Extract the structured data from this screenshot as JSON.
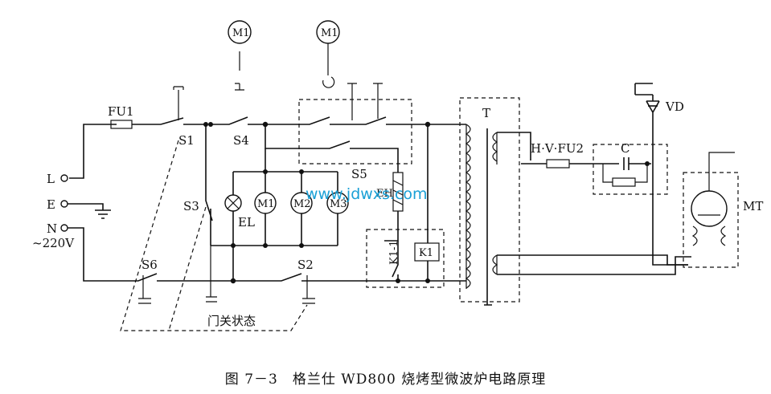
{
  "caption": "图 7－3　格兰仕 WD800 烧烤型微波炉电路原理",
  "watermark": "www.jdwxs.com",
  "labels": {
    "fu1": "FU1",
    "s1": "S1",
    "s2": "S2",
    "s3": "S3",
    "s4": "S4",
    "s5": "S5",
    "s6": "S6",
    "L": "L",
    "E": "E",
    "N": "N",
    "voltage": "~220V",
    "el": "EL",
    "m1": "M1",
    "m2": "M2",
    "m3": "M3",
    "k1": "K1",
    "k1_1": "K1-1",
    "eh": "EH",
    "t": "T",
    "hvfu2": "H·V·FU2",
    "c": "C",
    "vd": "VD",
    "mt": "MT",
    "door": "门关状态"
  }
}
